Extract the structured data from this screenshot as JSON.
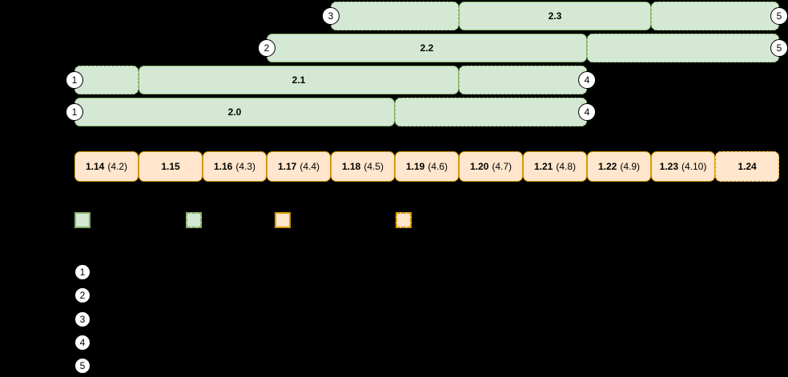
{
  "diagram": {
    "background": "#000000",
    "colors": {
      "green_fill": "#d5e8d4",
      "green_border": "#82b366",
      "orange_fill": "#ffe6cc",
      "orange_border": "#d79b00",
      "marker_fill": "#ffffff",
      "marker_border": "#000000",
      "text": "#000000"
    },
    "rows": [
      {
        "label": "2.3",
        "start_marker": "3",
        "end_marker": "5",
        "segments": [
          {
            "style": "dashed",
            "from": 4,
            "to": 5
          },
          {
            "style": "solid",
            "from": 6,
            "to": 8,
            "labeled": true
          },
          {
            "style": "dashed",
            "from": 9,
            "to": 10
          }
        ]
      },
      {
        "label": "2.2",
        "start_marker": "2",
        "end_marker": "5",
        "segments": [
          {
            "style": "solid",
            "from": 3,
            "to": 7,
            "labeled": true
          },
          {
            "style": "dashed",
            "from": 8,
            "to": 10
          }
        ]
      },
      {
        "label": "2.1",
        "start_marker": "1",
        "end_marker": "4",
        "segments": [
          {
            "style": "dashed",
            "from": 0,
            "to": 0
          },
          {
            "style": "solid",
            "from": 1,
            "to": 5,
            "labeled": true
          },
          {
            "style": "dashed",
            "from": 6,
            "to": 7
          }
        ]
      },
      {
        "label": "2.0",
        "start_marker": "1",
        "end_marker": "4",
        "segments": [
          {
            "style": "solid",
            "from": 0,
            "to": 4,
            "labeled": true
          },
          {
            "style": "dashed",
            "from": 5,
            "to": 7
          }
        ]
      }
    ],
    "versions": {
      "items": [
        {
          "primary": "1.14",
          "secondary": "(4.2)",
          "style": "solid"
        },
        {
          "primary": "1.15",
          "secondary": "",
          "style": "solid"
        },
        {
          "primary": "1.16",
          "secondary": "(4.3)",
          "style": "solid"
        },
        {
          "primary": "1.17",
          "secondary": "(4.4)",
          "style": "solid"
        },
        {
          "primary": "1.18",
          "secondary": "(4.5)",
          "style": "solid"
        },
        {
          "primary": "1.19",
          "secondary": "(4.6)",
          "style": "solid"
        },
        {
          "primary": "1.20",
          "secondary": "(4.7)",
          "style": "solid"
        },
        {
          "primary": "1.21",
          "secondary": "(4.8)",
          "style": "solid"
        },
        {
          "primary": "1.22",
          "secondary": "(4.9)",
          "style": "solid"
        },
        {
          "primary": "1.23",
          "secondary": "(4.10)",
          "style": "solid"
        },
        {
          "primary": "1.24",
          "secondary": "",
          "style": "dashed"
        }
      ]
    },
    "legend": {
      "items": [
        {
          "swatch": "green-solid"
        },
        {
          "swatch": "green-dashed"
        },
        {
          "swatch": "orange-solid"
        },
        {
          "swatch": "orange-dashed"
        }
      ]
    },
    "footnotes": {
      "items": [
        {
          "marker": "1"
        },
        {
          "marker": "2"
        },
        {
          "marker": "3"
        },
        {
          "marker": "4"
        },
        {
          "marker": "5"
        }
      ]
    }
  }
}
